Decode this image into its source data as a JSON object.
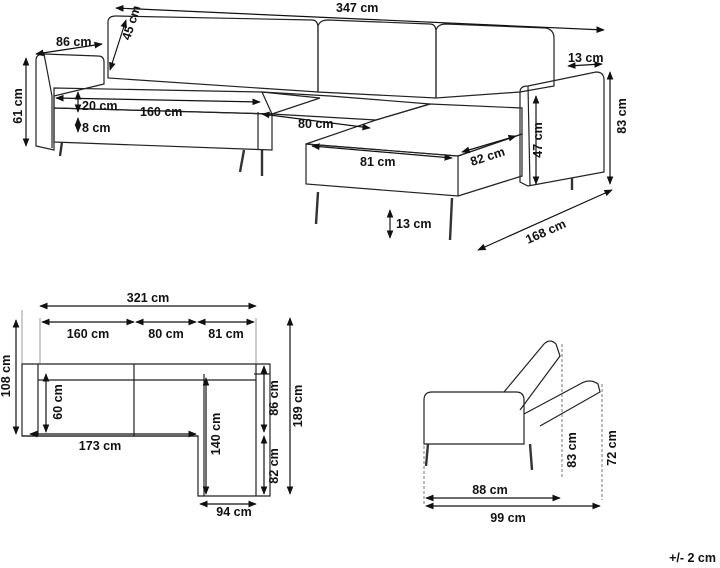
{
  "perspective_view": {
    "total_length": "347 cm",
    "depth": "86 cm",
    "back_height": "45 cm",
    "seat_height": "61 cm",
    "seat_depth_offset": "20 cm",
    "section_left": "160 cm",
    "leg_height_left": "8 cm",
    "section_middle": "80 cm",
    "chaise_width": "81 cm",
    "chaise_depth": "82 cm",
    "armrest_width": "13 cm",
    "overall_height": "83 cm",
    "armrest_height": "47 cm",
    "leg_height": "13 cm",
    "chaise_length": "168 cm"
  },
  "top_view": {
    "total_width": "321 cm",
    "part_1": "160 cm",
    "part_2": "80 cm",
    "part_3": "81 cm",
    "depth": "108 cm",
    "seat_depth": "60 cm",
    "inner_length": "173 cm",
    "chaise_inner": "140 cm",
    "chaise_seat": "86 cm",
    "chaise_total": "189 cm",
    "chaise_front": "82 cm",
    "chaise_width": "94 cm"
  },
  "side_view": {
    "height": "83 cm",
    "reclined_height": "72 cm",
    "depth": "88 cm",
    "reclined_depth": "99 cm"
  },
  "tolerance": "+/- 2 cm"
}
